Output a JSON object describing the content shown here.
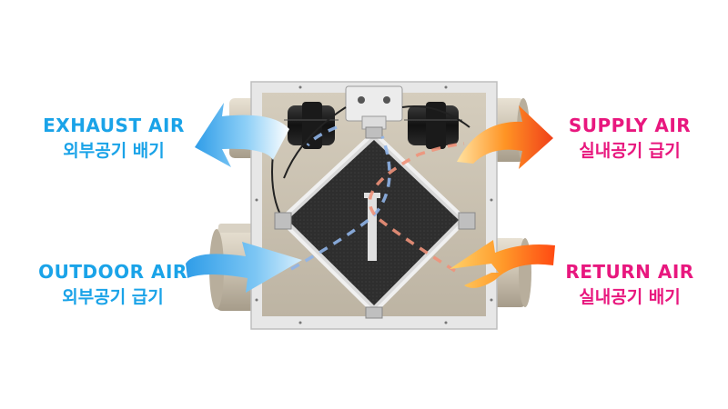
{
  "labels": {
    "exhaust": {
      "en": "EXHAUST AIR",
      "ko": "외부공기 배기"
    },
    "outdoor": {
      "en": "OUTDOOR AIR",
      "ko": "외부공기 급기"
    },
    "supply": {
      "en": "SUPPLY AIR",
      "ko": "실내공기 급기"
    },
    "return": {
      "en": "RETURN AIR",
      "ko": "실내공기 배기"
    }
  },
  "colors": {
    "label_blue": "#1aa3e8",
    "label_pink": "#e8177e",
    "cool_arrow": "#3aa8f0",
    "warm_arrow": "#f5561a",
    "housing": "#c9c1b1",
    "frame": "#e6e6e6",
    "filter": "#2f2f2f"
  },
  "icons": {
    "exhaust_arrow": "curved-arrow-left-icon",
    "outdoor_arrow": "curved-arrow-right-icon",
    "supply_arrow": "curved-arrow-right-icon",
    "return_arrow": "curved-arrow-left-icon"
  }
}
